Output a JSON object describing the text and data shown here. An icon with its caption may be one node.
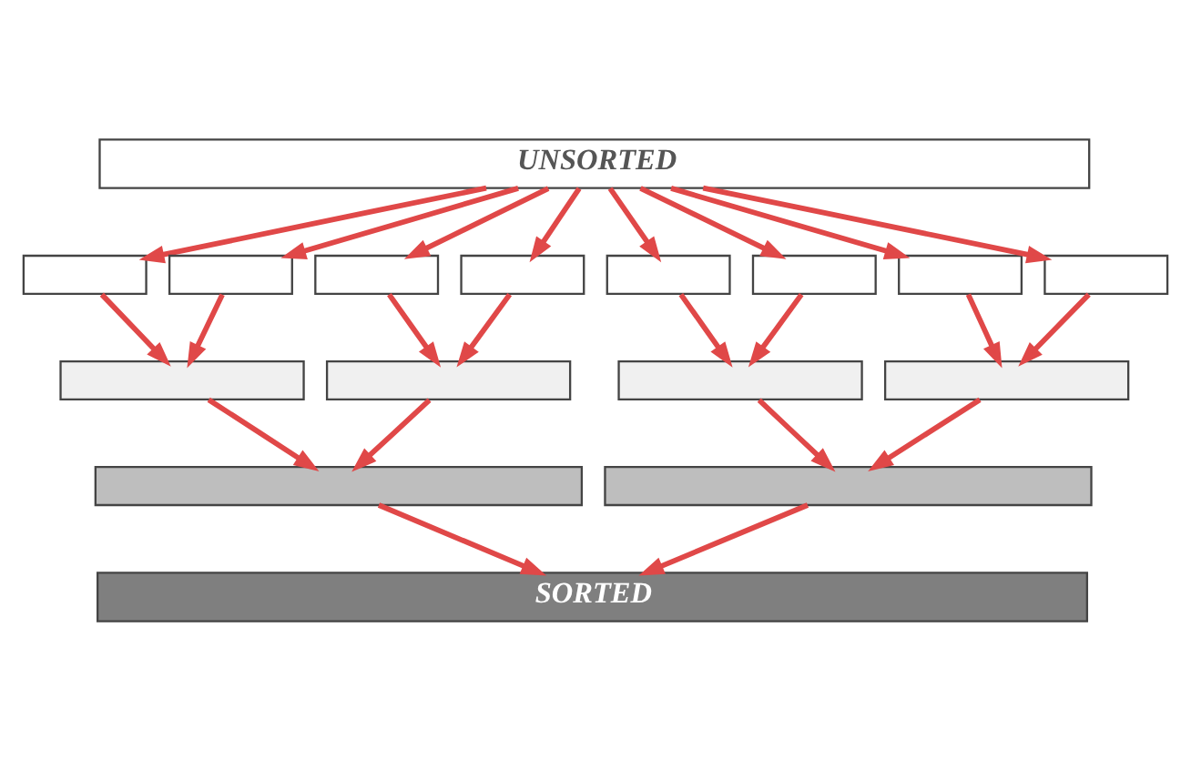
{
  "diagram": {
    "nodes": [
      {
        "text": [
          "UNSORTED"
        ]
      },
      {
        "text": [],
        "shape": "box"
      },
      {
        "text": [],
        "shape": "box"
      },
      {
        "text": [],
        "shape": "box"
      },
      {
        "text": [],
        "shape": "box"
      },
      {
        "text": [],
        "shape": "box"
      },
      {
        "text": [],
        "shape": "box"
      },
      {
        "text": [],
        "shape": "box"
      },
      {
        "text": [],
        "shape": "box"
      },
      {
        "text": [],
        "shape": "box"
      },
      {
        "text": [],
        "shape": "box"
      },
      {
        "text": [],
        "shape": "box"
      },
      {
        "text": [],
        "shape": "box"
      },
      {
        "text": [],
        "shape": "box"
      },
      {
        "text": [],
        "shape": "box"
      },
      {
        "text": [
          "SORTED"
        ]
      }
    ],
    "edges": [
      {
        "from": 0,
        "to": 1,
        "arrow": "to"
      },
      {
        "from": 0,
        "to": 2,
        "arrow": "to"
      },
      {
        "from": 0,
        "to": 3,
        "arrow": "to"
      },
      {
        "from": 0,
        "to": 4,
        "arrow": "to"
      },
      {
        "from": 0,
        "to": 5,
        "arrow": "to"
      },
      {
        "from": 0,
        "to": 6,
        "arrow": "to"
      },
      {
        "from": 0,
        "to": 7,
        "arrow": "to"
      },
      {
        "from": 0,
        "to": 8,
        "arrow": "to"
      },
      {
        "from": 1,
        "to": 9,
        "arrow": "to"
      },
      {
        "from": 2,
        "to": 9,
        "arrow": "to"
      },
      {
        "from": 3,
        "to": 10,
        "arrow": "to"
      },
      {
        "from": 4,
        "to": 10,
        "arrow": "to"
      },
      {
        "from": 5,
        "to": 11,
        "arrow": "to"
      },
      {
        "from": 6,
        "to": 11,
        "arrow": "to"
      },
      {
        "from": 7,
        "to": 12,
        "arrow": "to"
      },
      {
        "from": 8,
        "to": 12,
        "arrow": "to"
      },
      {
        "from": 9,
        "to": 13,
        "arrow": "to"
      },
      {
        "from": 10,
        "to": 13,
        "arrow": "to"
      },
      {
        "from": 11,
        "to": 14,
        "arrow": "to"
      },
      {
        "from": 12,
        "to": 14,
        "arrow": "to"
      },
      {
        "from": 13,
        "to": 15,
        "arrow": "to"
      },
      {
        "from": 14,
        "to": 15,
        "arrow": "to"
      }
    ]
  }
}
